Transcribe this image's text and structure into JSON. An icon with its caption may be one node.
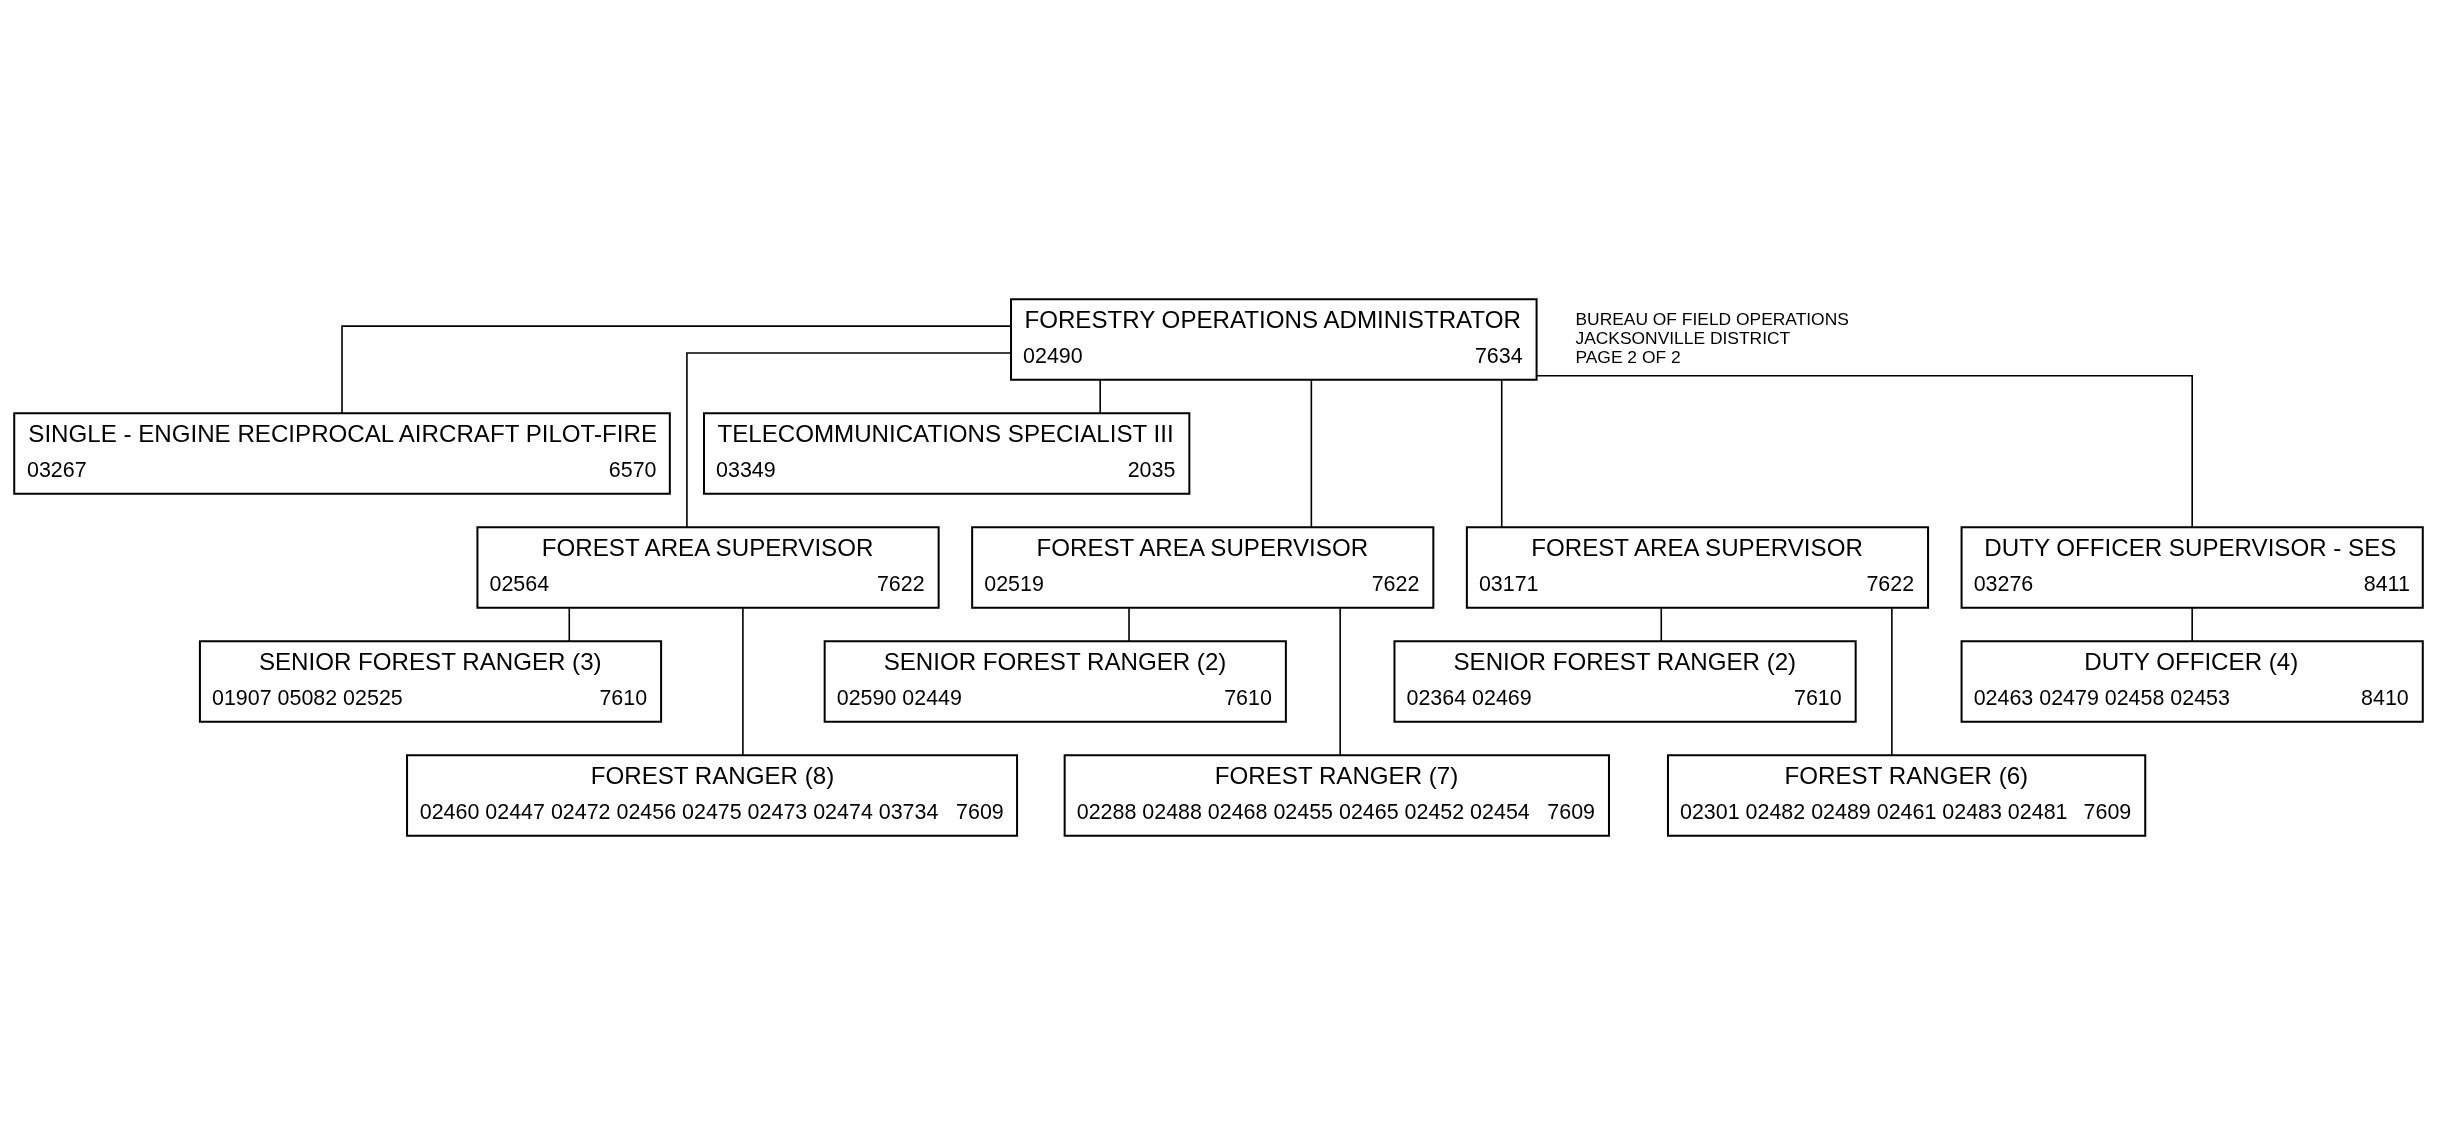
{
  "diagram": {
    "nodes": [
      {
        "text": [
          "FORESTRY OPERATIONS ADMINISTRATOR",
          "02490",
          "7634"
        ]
      },
      {
        "text": [
          "SINGLE - ENGINE RECIPROCAL AIRCRAFT PILOT-FIRE",
          "03267",
          "6570"
        ]
      },
      {
        "text": [
          "TELECOMMUNICATIONS SPECIALIST III",
          "03349",
          "2035"
        ]
      },
      {
        "text": [
          "FOREST AREA SUPERVISOR",
          "02564",
          "7622"
        ]
      },
      {
        "text": [
          "FOREST AREA SUPERVISOR",
          "02519",
          "7622"
        ]
      },
      {
        "text": [
          "FOREST AREA SUPERVISOR",
          "03171",
          "7622"
        ]
      },
      {
        "text": [
          "DUTY OFFICER SUPERVISOR - SES",
          "03276",
          "8411"
        ]
      },
      {
        "text": [
          "SENIOR FOREST RANGER (3)",
          "01907 05082 02525",
          "7610"
        ]
      },
      {
        "text": [
          "FOREST RANGER (8)",
          "02460 02447 02472 02456 02475 02473 02474 03734",
          "7609"
        ]
      },
      {
        "text": [
          "SENIOR FOREST RANGER (2)",
          "02590 02449",
          "7610"
        ]
      },
      {
        "text": [
          "FOREST RANGER (7)",
          "02288 02488 02468 02455 02465 02452 02454",
          "7609"
        ]
      },
      {
        "text": [
          "SENIOR FOREST RANGER (2)",
          "02364 02469",
          "7610"
        ]
      },
      {
        "text": [
          "FOREST RANGER (6)",
          "02301 02482 02489 02461 02483 02481",
          "7609"
        ]
      },
      {
        "text": [
          "DUTY OFFICER (4)",
          "02463 02479 02458 02453",
          "8410"
        ]
      }
    ],
    "edges": [
      {
        "from": 0,
        "to": 1,
        "arrow": "none"
      },
      {
        "from": 0,
        "to": 2,
        "arrow": "none"
      },
      {
        "from": 0,
        "to": 3,
        "arrow": "none"
      },
      {
        "from": 0,
        "to": 4,
        "arrow": "none"
      },
      {
        "from": 0,
        "to": 5,
        "arrow": "none"
      },
      {
        "from": 0,
        "to": 6,
        "arrow": "none"
      },
      {
        "from": 3,
        "to": 7,
        "arrow": "none"
      },
      {
        "from": 3,
        "to": 8,
        "arrow": "none"
      },
      {
        "from": 4,
        "to": 9,
        "arrow": "none"
      },
      {
        "from": 4,
        "to": 10,
        "arrow": "none"
      },
      {
        "from": 5,
        "to": 11,
        "arrow": "none"
      },
      {
        "from": 5,
        "to": 12,
        "arrow": "none"
      },
      {
        "from": 6,
        "to": 13,
        "arrow": "none"
      }
    ],
    "labels": [
      "BUREAU OF FIELD OPERATIONS",
      "JACKSONVILLE DISTRICT",
      "PAGE 2 OF 2"
    ]
  }
}
